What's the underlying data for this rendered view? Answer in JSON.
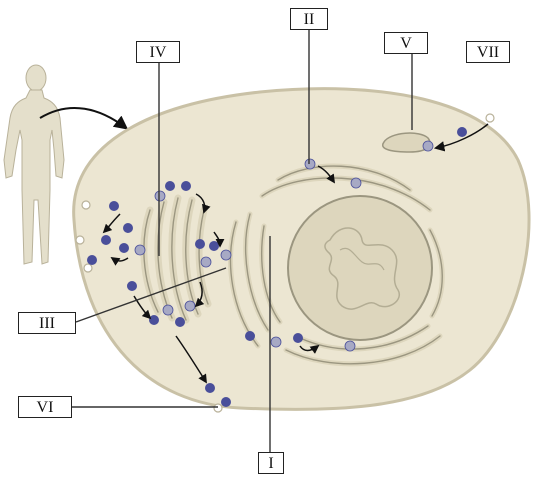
{
  "labels": {
    "I": "I",
    "II": "II",
    "III": "III",
    "IV": "IV",
    "V": "V",
    "VI": "VI",
    "VII": "VII"
  },
  "colors": {
    "cell_fill": "#ece6d2",
    "cell_outline": "#c9c1a6",
    "organelle_fill": "#ddd6bd",
    "organelle_outline": "#9b9680",
    "vesicle_blue": "#4a4f9a",
    "vesicle_grey": "#a7a9c4",
    "silhouette": "#e4dfcb",
    "leader_line": "#333333"
  },
  "icons": {
    "human": "human-silhouette",
    "vesicle": "vesicle-dot",
    "arrow": "curved-arrow"
  }
}
